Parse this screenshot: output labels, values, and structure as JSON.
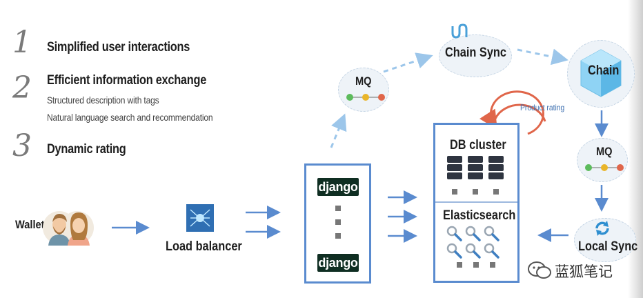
{
  "points": [
    {
      "number": "1",
      "title": "Simplified user interactions",
      "subs": []
    },
    {
      "number": "2",
      "title": "Efficient information exchange",
      "subs": [
        "Structured description with tags",
        "Natural language search and recommendation"
      ]
    },
    {
      "number": "3",
      "title": "Dynamic rating",
      "subs": []
    }
  ],
  "nodes": {
    "wallet": "Wallet",
    "load_balancer": "Load balancer",
    "django_top": "django",
    "django_bottom": "django",
    "mq_top": "MQ",
    "chain_sync": "Chain Sync",
    "chain": "Chain",
    "mq_right": "MQ",
    "local_sync": "Local Sync",
    "db_cluster": "DB cluster",
    "elasticsearch": "Elasticsearch",
    "product_rating": "Product rating"
  },
  "watermark": "蓝狐笔记",
  "colors": {
    "arrow": "#5a8bcf",
    "arrow_dashed": "#9cc6ea",
    "box_border": "#5a8bcf",
    "rating_arrow": "#e0664a",
    "mq_green": "#5cbb5c",
    "mq_yellow": "#e9b52a",
    "mq_red": "#e0664a"
  },
  "icons": [
    "wallet-users-icon",
    "load-balancer-icon",
    "chain-sync-icon",
    "chain-cube-icon",
    "local-sync-icon",
    "db-server-icon",
    "search-magnifier-icon",
    "wechat-icon"
  ]
}
